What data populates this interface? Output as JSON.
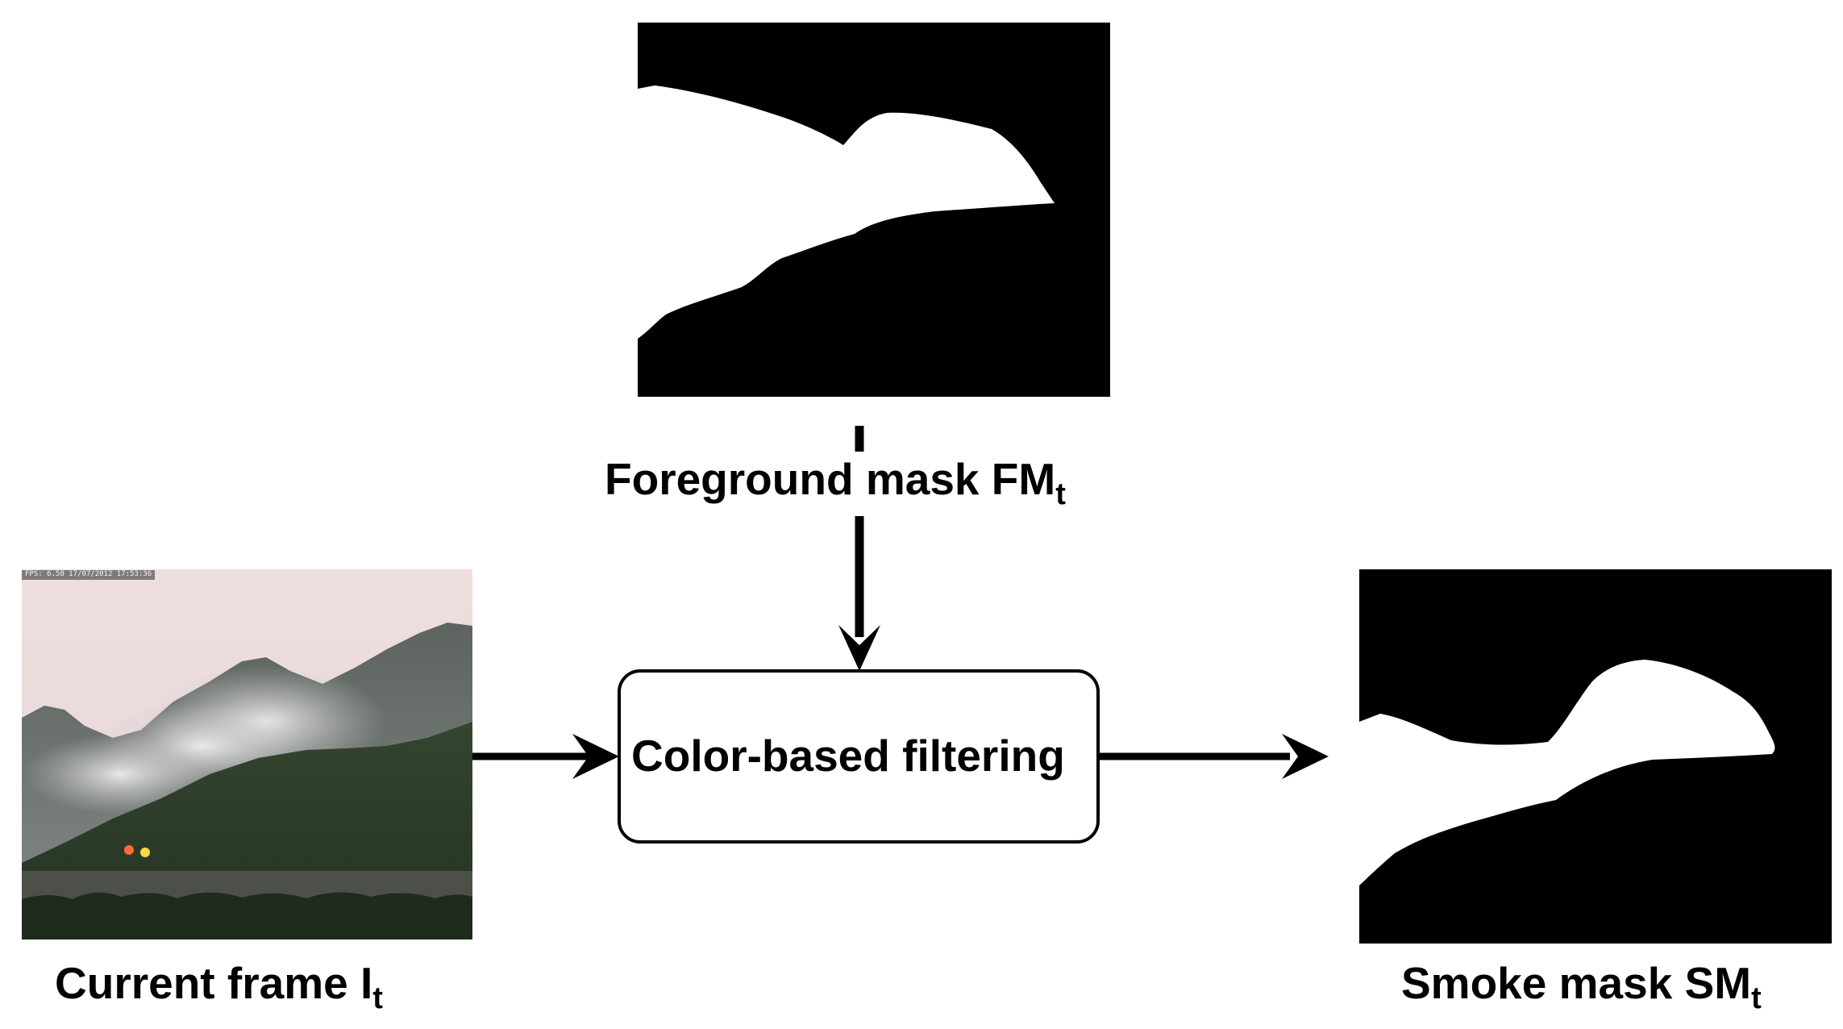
{
  "labels": {
    "foreground_mask": {
      "text": "Foreground mask FM",
      "sub": "t"
    },
    "current_frame": {
      "text": "Current frame I",
      "sub": "t"
    },
    "smoke_mask": {
      "text": "Smoke mask SM",
      "sub": "t"
    }
  },
  "process_box": {
    "label": "Color-based filtering"
  },
  "frame_overlay": {
    "timestamp": "FPS: 6.58 17/07/2012 17:53:36"
  },
  "colors": {
    "ink": "#000000",
    "background": "#ffffff",
    "mask_fg": "#ffffff",
    "mask_bg": "#000000"
  }
}
